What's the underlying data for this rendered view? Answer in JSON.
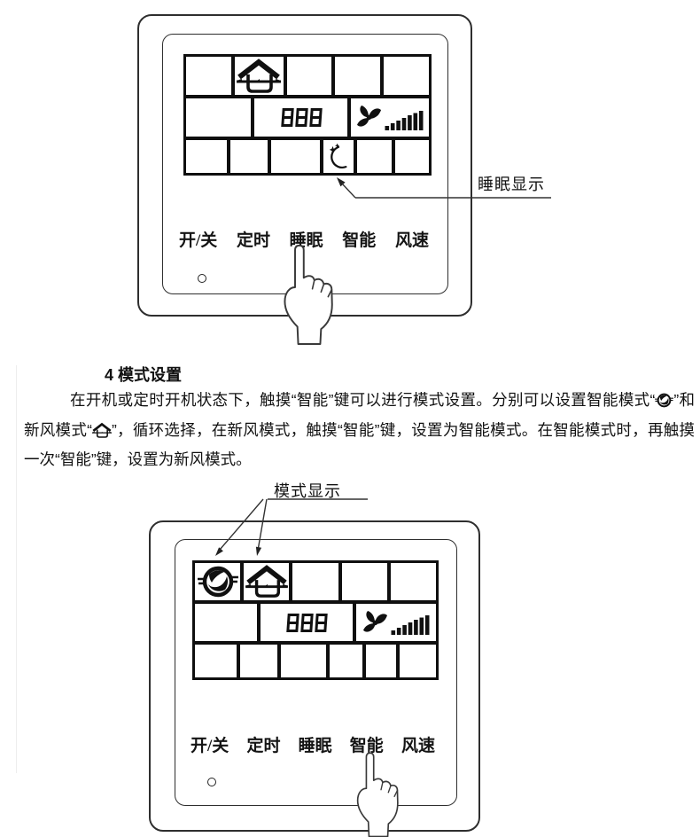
{
  "colors": {
    "ink": "#1c1c1c",
    "panel_line": "#2e2e2e",
    "lcd_line": "#101010"
  },
  "icons": {
    "smart_mode": "swirl-circle-icon",
    "fresh_air_mode": "house-airflow-icon",
    "sleep": "crescent-moon-stars-icon",
    "fan": "pinwheel-fan-icon",
    "fan_speed": "speed-wedge-icon",
    "pointer": "pointing-hand"
  },
  "figure1": {
    "lcd_value": "888",
    "annotation_label": "睡眠显示",
    "buttons": [
      "开/关",
      "定时",
      "睡眠",
      "智能",
      "风速"
    ]
  },
  "section": {
    "heading": "4 模式设置",
    "para_part1": "在开机或定时开机状态下，触摸“智能”键可以进行模式设置。分别可以设置智能模式“",
    "para_part2": "”和新风模式“",
    "para_part3": "”，循环选择，在新风模式，触摸“智能”键，设置为智能模式。在智能模式时，再触摸一次“智能”键，设置为新风模式。"
  },
  "figure2": {
    "lcd_value": "888",
    "annotation_label": "模式显示",
    "buttons": [
      "开/关",
      "定时",
      "睡眠",
      "智能",
      "风速"
    ]
  }
}
